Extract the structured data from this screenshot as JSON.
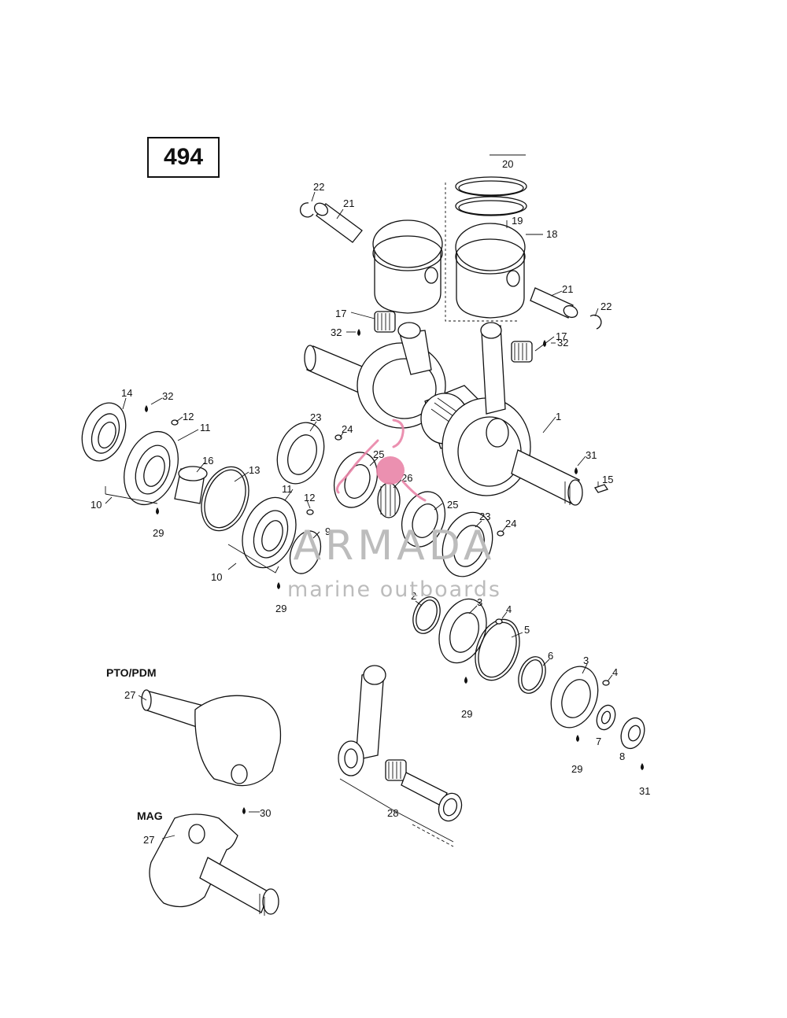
{
  "page_number": "494",
  "watermark": {
    "brand": "ARMADA",
    "tagline": "marine outboards",
    "colors": {
      "text": "#bcbcbc",
      "logo": "#e985a8"
    }
  },
  "sections": {
    "pto": "PTO/PDM",
    "mag": "MAG"
  },
  "callouts": {
    "c1": "1",
    "c2": "2",
    "c3a": "3",
    "c3b": "3",
    "c4a": "4",
    "c4b": "4",
    "c5": "5",
    "c6": "6",
    "c7": "7",
    "c8": "8",
    "c9": "9",
    "c10a": "10",
    "c10b": "10",
    "c11a": "11",
    "c11b": "11",
    "c12a": "12",
    "c12b": "12",
    "c13": "13",
    "c14": "14",
    "c15": "15",
    "c16": "16",
    "c17a": "17",
    "c17b": "17",
    "c18": "18",
    "c19": "19",
    "c20": "20",
    "c21a": "21",
    "c21b": "21",
    "c22a": "22",
    "c22b": "22",
    "c23a": "23",
    "c23b": "23",
    "c24a": "24",
    "c24b": "24",
    "c25a": "25",
    "c25b": "25",
    "c26": "26",
    "c27a": "27",
    "c27b": "27",
    "c28": "28",
    "c29a": "29",
    "c29b": "29",
    "c29c": "29",
    "c29d": "29",
    "c30": "30",
    "c31a": "31",
    "c31b": "31",
    "c32a": "32",
    "c32b": "32",
    "c32c": "32"
  }
}
